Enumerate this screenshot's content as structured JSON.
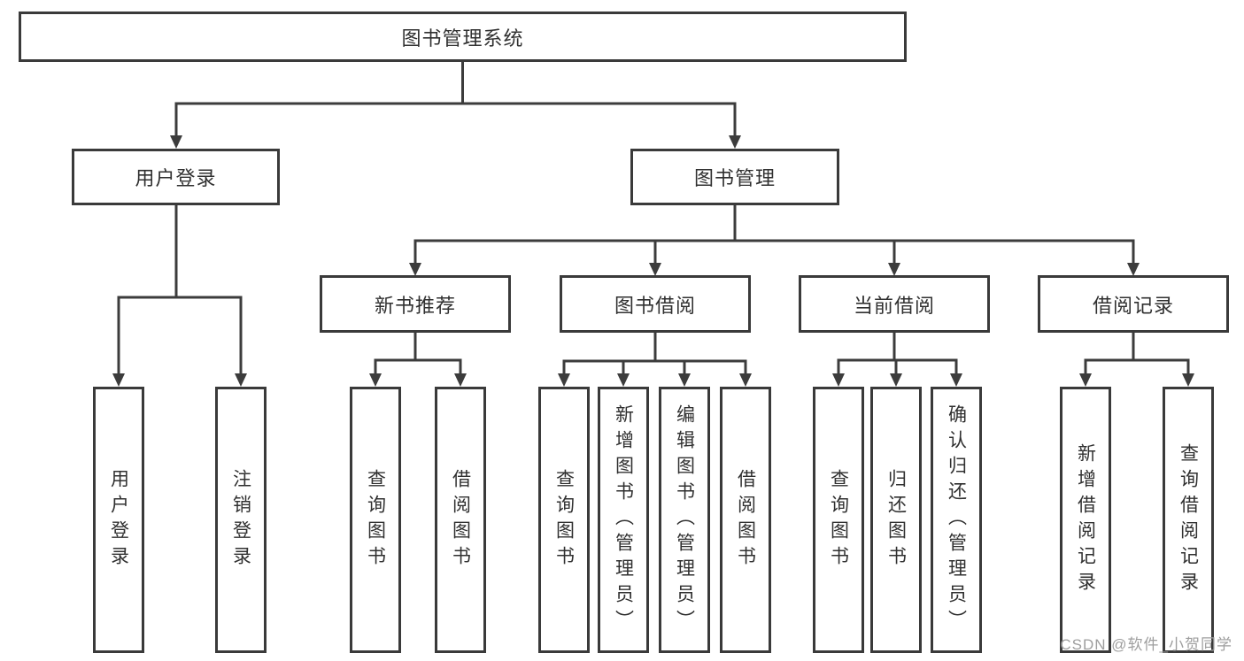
{
  "diagram": {
    "root": {
      "label": "图书管理系统"
    },
    "level2": [
      {
        "label": "用户登录",
        "children": [
          {
            "label": "用户登录"
          },
          {
            "label": "注销登录"
          }
        ]
      },
      {
        "label": "图书管理",
        "children": [
          {
            "label": "新书推荐",
            "children": [
              {
                "label": "查询图书"
              },
              {
                "label": "借阅图书"
              }
            ]
          },
          {
            "label": "图书借阅",
            "children": [
              {
                "label": "查询图书"
              },
              {
                "label": "新增图书（管理员）"
              },
              {
                "label": "编辑图书（管理员）"
              },
              {
                "label": "借阅图书"
              }
            ]
          },
          {
            "label": "当前借阅",
            "children": [
              {
                "label": "查询图书"
              },
              {
                "label": "归还图书"
              },
              {
                "label": "确认归还（管理员）"
              }
            ]
          },
          {
            "label": "借阅记录",
            "children": [
              {
                "label": "新增借阅记录"
              },
              {
                "label": "查询借阅记录"
              }
            ]
          }
        ]
      }
    ]
  },
  "watermark": {
    "text": "CSDN @软件_小贺同学"
  },
  "colors": {
    "line": "#3c3c3c",
    "box_border": "#3a3a3a",
    "text": "#303030",
    "watermark": "#9e9e9e",
    "background": "#ffffff"
  }
}
